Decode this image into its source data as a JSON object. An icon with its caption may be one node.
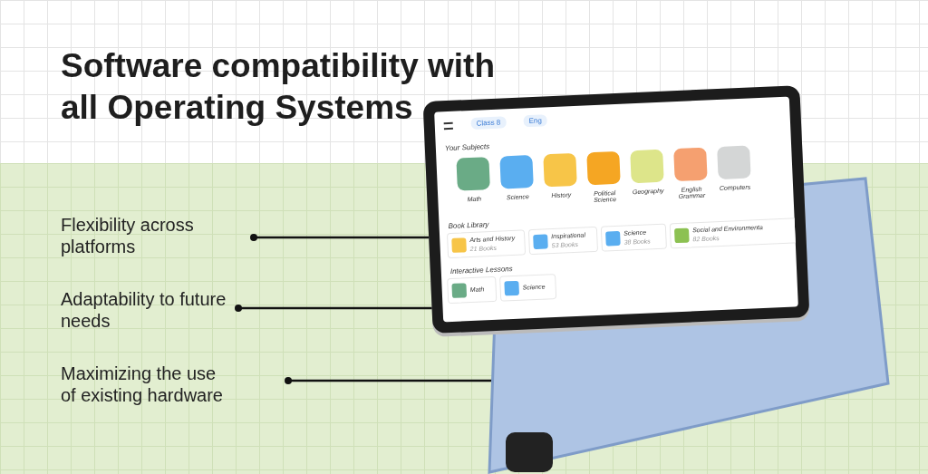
{
  "diagram": {
    "title": "Software compatibility with all Operating Systems",
    "nodes": [
      {
        "text": [
          "Flexibility across platforms"
        ]
      },
      {
        "text": [
          "Adaptability to future needs"
        ]
      },
      {
        "text": [
          "Maximizing the use of existing hardware"
        ]
      },
      {
        "text": [],
        "shape": "picture"
      }
    ],
    "edges": [
      {
        "from": 0,
        "to": 3,
        "arrow": "other"
      },
      {
        "from": 1,
        "to": 3,
        "arrow": "other"
      },
      {
        "from": 2,
        "to": 3,
        "arrow": "other"
      }
    ],
    "labels": [
      "Class 8",
      "Eng",
      "Your Subjects",
      "Math",
      "Science",
      "History",
      "Political Science",
      "Geography",
      "English Grammar",
      "Computers",
      "Book Library",
      "Arts and History",
      "21 Books",
      "Inspirational",
      "53 Books",
      "Science",
      "38 Books",
      "Social and Environmenta",
      "82 Books",
      "Interactive Lessons",
      "Math",
      "Science"
    ]
  }
}
